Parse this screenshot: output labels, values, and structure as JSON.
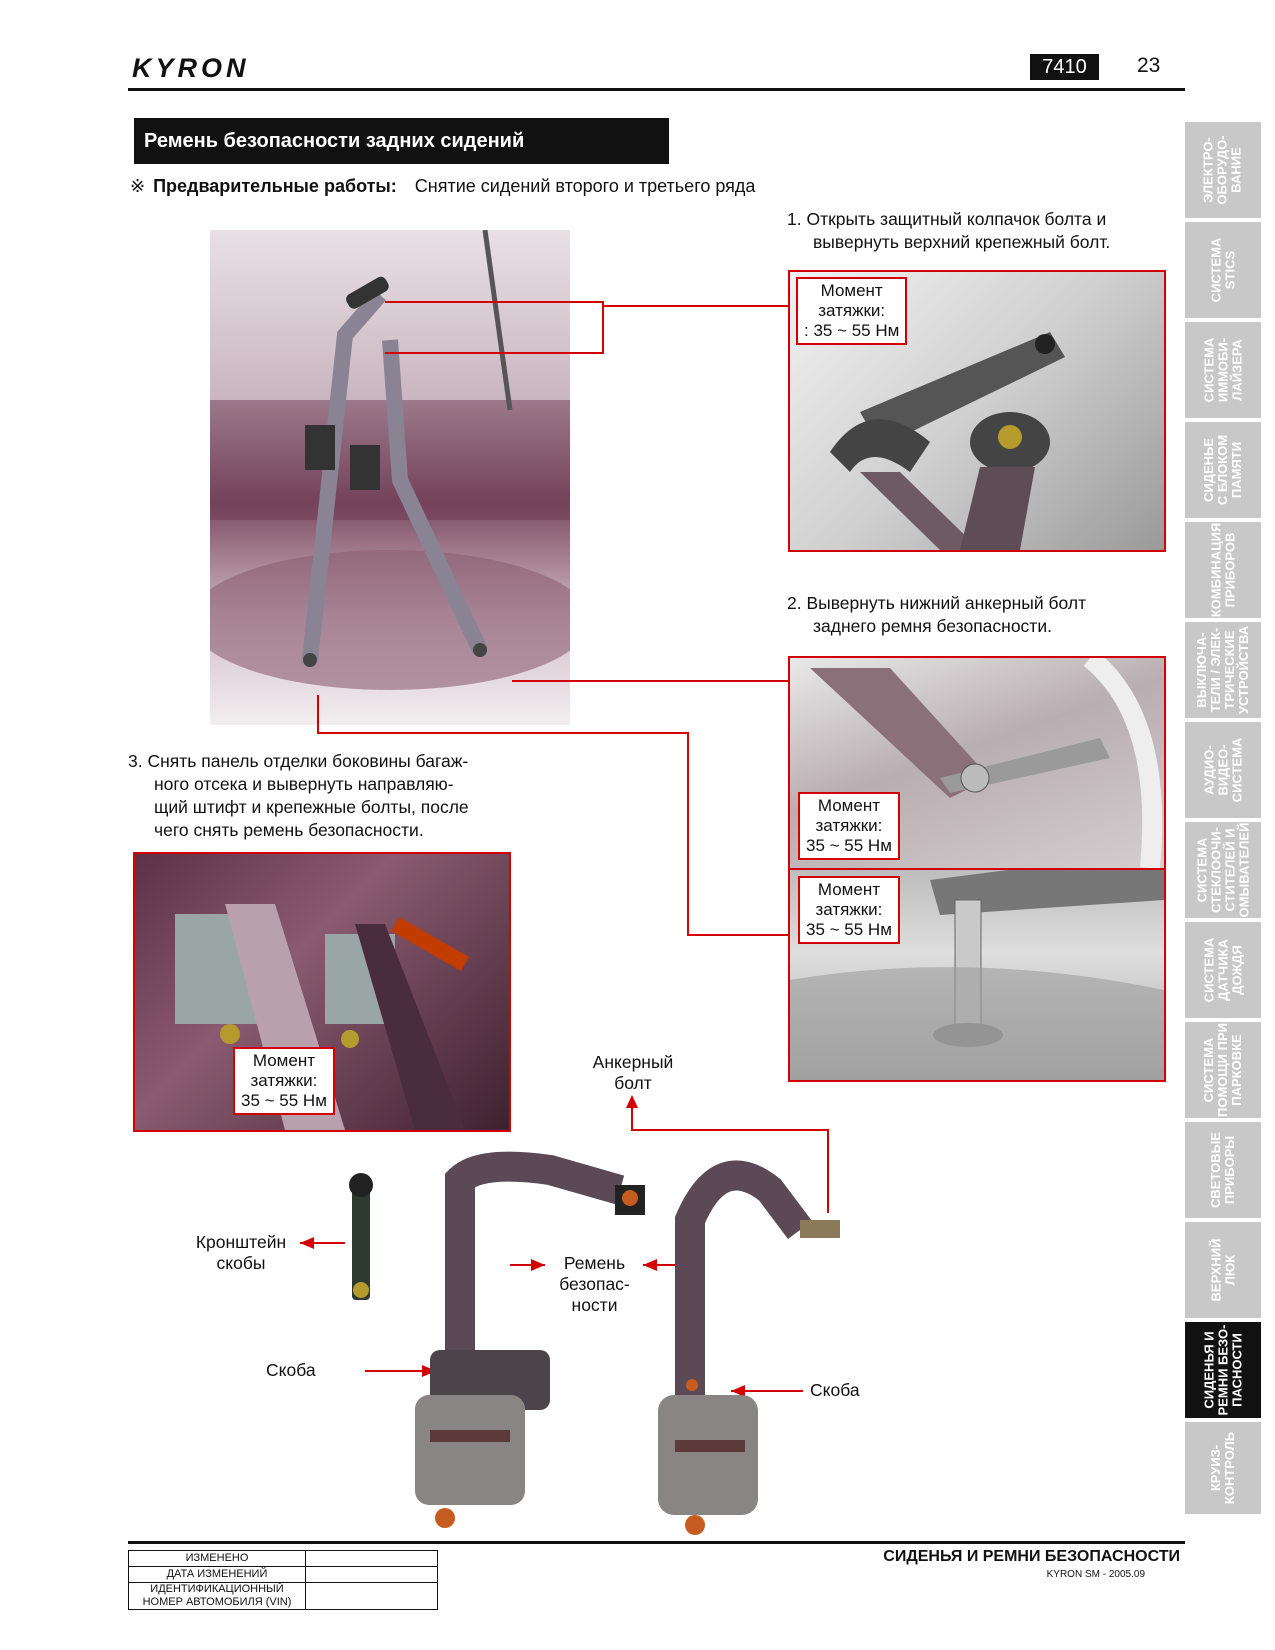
{
  "header": {
    "brand": "KYRON",
    "section_code": "7410",
    "page_number": "23"
  },
  "section_title": "Ремень безопасности задних сидений",
  "prerequisite": {
    "symbol": "※",
    "label": "Предварительные работы:",
    "text": "Снятие сидений второго и третьего ряда"
  },
  "steps": {
    "step1": {
      "line1": "1. Открыть защитный колпачок болта и",
      "line2": "вывернуть верхний крепежный болт."
    },
    "step2": {
      "line1": "2. Вывернуть нижний анкерный болт",
      "line2": "заднего ремня безопасности."
    },
    "step3": {
      "line1": "3. Снять панель отделки боковины багаж-",
      "line2": "ного отсека и вывернуть направляю-",
      "line3": "щий штифт и крепежные болты, после",
      "line4": "чего снять ремень безопасности."
    }
  },
  "torque_callouts": [
    {
      "line1": "Момент",
      "line2": "затяжки:",
      "line3": ": 35 ~ 55 Нм"
    },
    {
      "line1": "Момент",
      "line2": "затяжки:",
      "line3": "35 ~ 55 Нм"
    },
    {
      "line1": "Момент",
      "line2": "затяжки:",
      "line3": "35 ~ 55 Нм"
    },
    {
      "line1": "Момент",
      "line2": "затяжки:",
      "line3": "35 ~ 55 Нм"
    }
  ],
  "diagram_labels": {
    "anchor_bolt": {
      "line1": "Анкерный",
      "line2": "болт"
    },
    "bracket": {
      "line1": "Кронштейн",
      "line2": "скобы"
    },
    "belt": {
      "line1": "Ремень",
      "line2": "безопас-",
      "line3": "ности"
    },
    "clip_left": "Скоба",
    "clip_right": "Скоба"
  },
  "sidebar_tabs": [
    {
      "label": "ЭЛЕКТРО-\nОБОРУДО-\nВАНИЕ",
      "active": false
    },
    {
      "label": "СИСТЕМА\nSTICS",
      "active": false
    },
    {
      "label": "СИСТЕМА\nИММОБИ-\nЛАЙЗЕРА",
      "active": false
    },
    {
      "label": "СИДЕНЬЕ\nС БЛОКОМ\nПАМЯТИ",
      "active": false
    },
    {
      "label": "КОМБИНАЦИЯ\nПРИБОРОВ",
      "active": false
    },
    {
      "label": "ВЫКЛЮЧА-\nТЕЛИ / ЭЛЕК-\nТРИЧЕСКИЕ\nУСТРОЙСТВА",
      "active": false
    },
    {
      "label": "АУДИО-\nВИДЕО-\nСИСТЕМА",
      "active": false
    },
    {
      "label": "СИСТЕМА\nСТЕКЛООЧИ-\nСТИТЕЛЕЙ И\nОМЫВАТЕЛЕЙ",
      "active": false
    },
    {
      "label": "СИСТЕМА\nДАТЧИКА\nДОЖДЯ",
      "active": false
    },
    {
      "label": "СИСТЕМА\nПОМОЩИ ПРИ\nПАРКОВКЕ",
      "active": false
    },
    {
      "label": "СВЕТОВЫЕ\nПРИБОРЫ",
      "active": false
    },
    {
      "label": "ВЕРХНИЙ\nЛЮК",
      "active": false
    },
    {
      "label": "СИДЕНЬЯ И\nРЕМНИ БЕЗО-\nПАСНОСТИ",
      "active": true
    },
    {
      "label": "КРУИЗ-\nКОНТРОЛЬ",
      "active": false
    }
  ],
  "footer": {
    "changed": "ИЗМЕНЕНО",
    "change_date": "ДАТА ИЗМЕНЕНИЙ",
    "vin_line1": "ИДЕНТИФИКАЦИОННЫЙ",
    "vin_line2": "НОМЕР АВТОМОБИЛЯ (VIN)",
    "title": "СИДЕНЬЯ И РЕМНИ БЕЗОПАСНОСТИ",
    "subtitle": "KYRON SM - 2005.09"
  },
  "colors": {
    "callout_red": "#d40000",
    "tab_grey": "#c8c8c8",
    "tab_active": "#111111"
  }
}
